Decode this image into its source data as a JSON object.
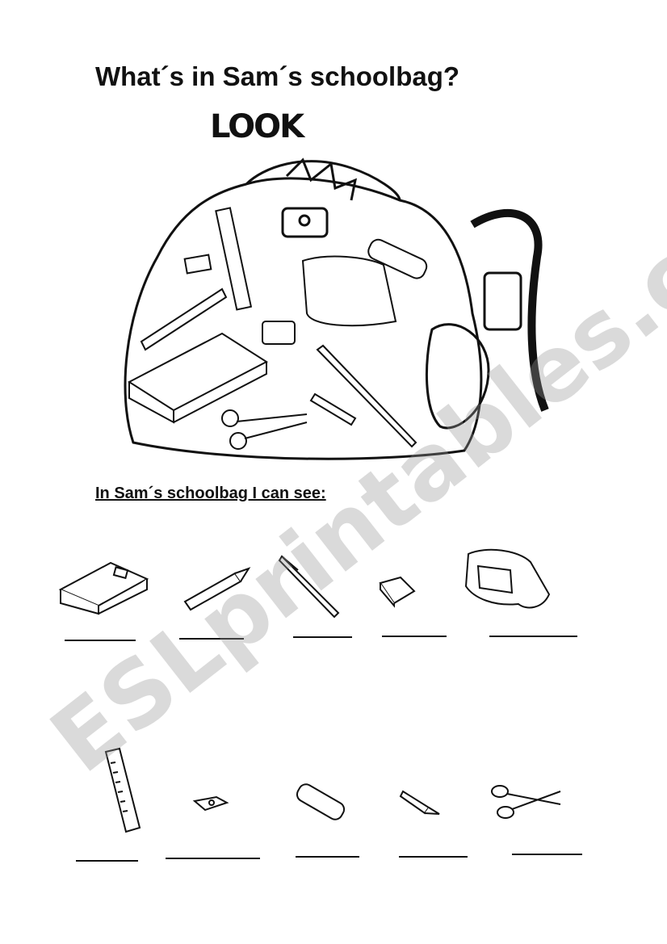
{
  "title": "What´s in Sam´s schoolbag?",
  "look_logo": "LOOK",
  "subtitle": "In Sam´s schoolbag I can see:",
  "watermark": "ESLprintables.com",
  "row1": [
    "book",
    "pencil",
    "pen",
    "rubber",
    "pencil-case"
  ],
  "row2": [
    "ruler",
    "sharpener",
    "glue-stick",
    "crayon",
    "scissors"
  ]
}
